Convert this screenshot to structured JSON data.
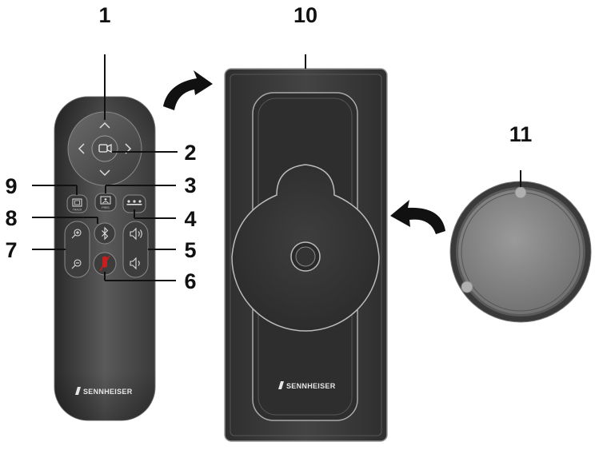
{
  "labels": {
    "n1": "1",
    "n2": "2",
    "n3": "3",
    "n4": "4",
    "n5": "5",
    "n6": "6",
    "n7": "7",
    "n8": "8",
    "n9": "9",
    "n10": "10",
    "n11": "11"
  },
  "remote": {
    "brand": "SENNHEISER",
    "icons": [
      "arrow-up-icon",
      "arrow-down-icon",
      "arrow-left-icon",
      "arrow-right-icon",
      "camera-icon",
      "frame-icon",
      "presenter-icon",
      "participants-icon",
      "bluetooth-icon",
      "zoom-in-icon",
      "zoom-out-icon",
      "volume-up-icon",
      "volume-down-icon",
      "mute-icon"
    ]
  },
  "charger": {
    "brand": "SENNHEISER"
  },
  "colors": {
    "remote_body": "#4a4a4a",
    "charger_body": "#3a3a3a",
    "lens": "#8a8a8a",
    "mute_red": "#c81e1e"
  }
}
